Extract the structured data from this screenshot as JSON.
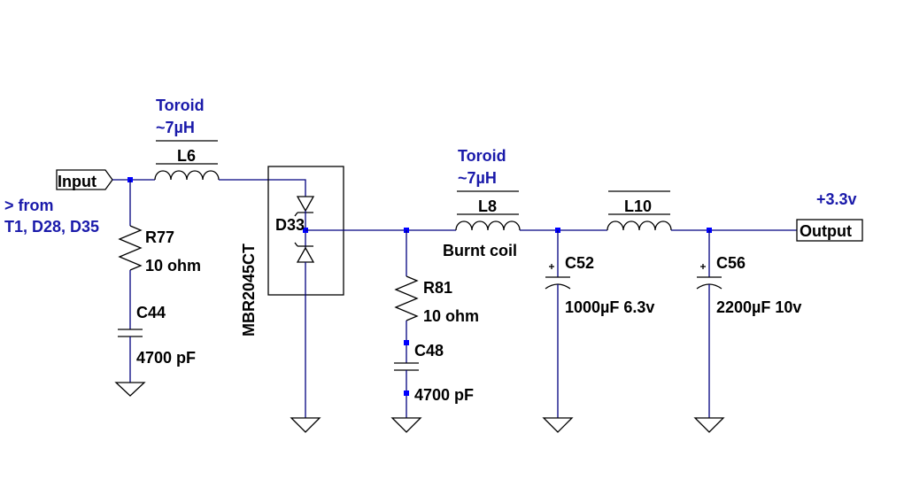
{
  "schematic": {
    "ports": {
      "input": "Input",
      "output": "Output"
    },
    "notes": {
      "from_line1": "> from",
      "from_line2": "T1, D28, D35",
      "voltage": "+3.3v",
      "toroid_l6_line1": "Toroid",
      "toroid_l6_line2": "~7µH",
      "toroid_l8_line1": "Toroid",
      "toroid_l8_line2": "~7µH",
      "burnt": "Burnt coil"
    },
    "components": {
      "L6": "L6",
      "L8": "L8",
      "L10": "L10",
      "R77": "R77",
      "R77_value": "10 ohm",
      "C44": "C44",
      "C44_value": "4700 pF",
      "D33": "D33",
      "D33_part": "MBR2045CT",
      "R81": "R81",
      "R81_value": "10 ohm",
      "C48": "C48",
      "C48_value": "4700 pF",
      "C52": "C52",
      "C52_value": "1000µF 6.3v",
      "C56": "C56",
      "C56_value": "2200µF 10v"
    },
    "colors": {
      "wire": "#000080",
      "junction": "#0000ff",
      "note_text": "#1a1aaa"
    }
  }
}
